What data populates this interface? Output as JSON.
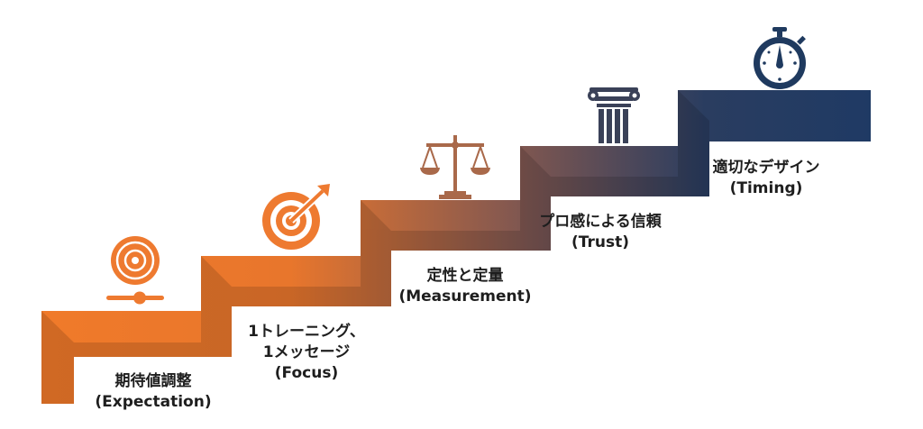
{
  "colors": {
    "start": "#f07a2a",
    "mid": "#8a5a4e",
    "end": "#1f3a64",
    "text": "#1e1e1e"
  },
  "steps": [
    {
      "title": "期待値調整",
      "subtitle": "(Expectation)",
      "icon": "target-slider-icon"
    },
    {
      "title": "1トレーニング、",
      "title2": "1メッセージ",
      "subtitle": "(Focus)",
      "icon": "bullseye-arrow-icon"
    },
    {
      "title": "定性と定量",
      "subtitle": "(Measurement)",
      "icon": "balance-scale-icon"
    },
    {
      "title": "プロ感による信頼",
      "subtitle": "(Trust)",
      "icon": "pillar-icon"
    },
    {
      "title": "適切なデザイン",
      "subtitle": "(Timing)",
      "icon": "stopwatch-icon"
    }
  ]
}
